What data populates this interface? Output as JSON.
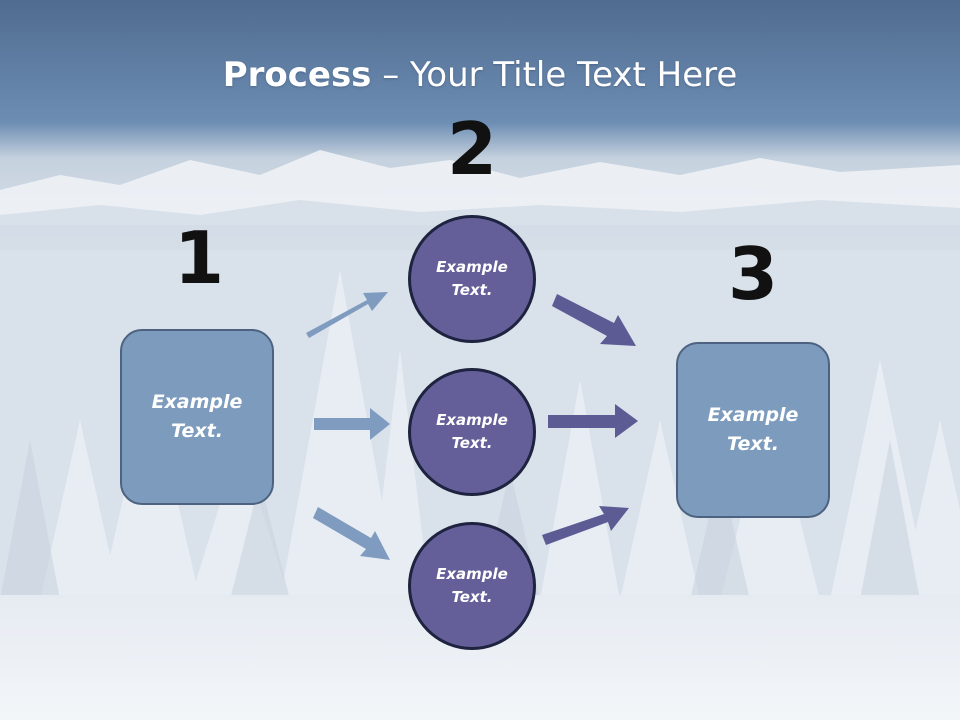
{
  "title": {
    "bold": "Process",
    "rest": " – Your Title Text Here"
  },
  "steps": {
    "one": {
      "number": "1",
      "label": "Example Text."
    },
    "two": {
      "number": "2",
      "items": [
        "Example Text.",
        "Example Text.",
        "Example Text."
      ]
    },
    "three": {
      "number": "3",
      "label": "Example Text."
    }
  },
  "colors": {
    "box_fill": "#7d9cbd",
    "box_border": "#4d6280",
    "circle_fill": "#645f98",
    "circle_border": "#1e2340",
    "arrow_left": "#7f9cc0",
    "arrow_right": "#5c5b94",
    "number_color": "#111111"
  }
}
